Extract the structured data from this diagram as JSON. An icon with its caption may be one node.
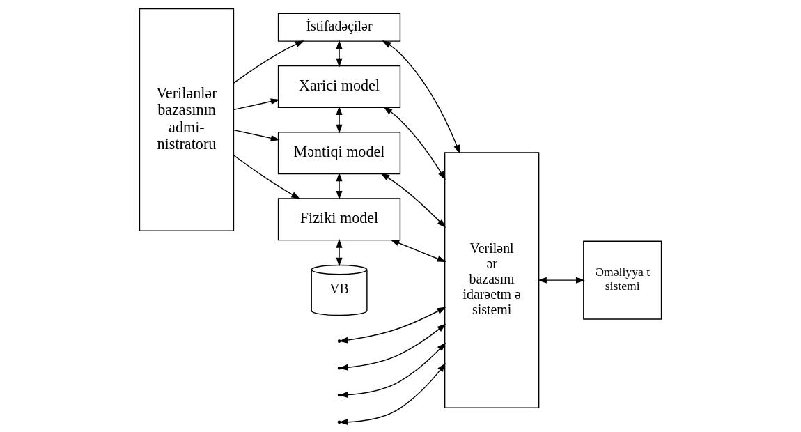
{
  "diagram": {
    "nodes": [
      {
        "text": [
          "Verilənlər bazasının admi- nistratoru"
        ]
      },
      {
        "text": [
          "İstifadəçilər"
        ]
      },
      {
        "text": [
          "Xarici model"
        ]
      },
      {
        "text": [
          "Məntiqi model"
        ]
      },
      {
        "text": [
          "Fiziki model"
        ]
      },
      {
        "text": [
          "VB"
        ]
      },
      {
        "text": [
          "Verilənl ər bazasını idarəetm ə sistemi"
        ]
      },
      {
        "text": [
          "Əməliyya t sistemi"
        ]
      }
    ],
    "edges": [
      {
        "from": 0,
        "to": 1,
        "arrow": "to"
      },
      {
        "from": 0,
        "to": 2,
        "arrow": "to"
      },
      {
        "from": 0,
        "to": 3,
        "arrow": "to"
      },
      {
        "from": 0,
        "to": 4,
        "arrow": "to"
      },
      {
        "from": 1,
        "to": 6,
        "arrow": "both"
      },
      {
        "from": 1,
        "to": 2,
        "arrow": "both"
      },
      {
        "from": null,
        "to": 6,
        "arrow": "both"
      },
      {
        "from": 2,
        "to": 6,
        "arrow": "both"
      },
      {
        "from": 2,
        "to": 3,
        "arrow": "both"
      },
      {
        "from": null,
        "to": 6,
        "arrow": "both"
      },
      {
        "from": 3,
        "to": 6,
        "arrow": "both"
      },
      {
        "from": 3,
        "to": 4,
        "arrow": "both"
      },
      {
        "from": null,
        "to": 6,
        "arrow": "both"
      },
      {
        "from": 4,
        "to": 6,
        "arrow": "both"
      },
      {
        "from": 4,
        "to": 5,
        "arrow": "both"
      },
      {
        "from": null,
        "to": 6,
        "arrow": "both"
      },
      {
        "from": 6,
        "to": 7,
        "arrow": "both"
      }
    ]
  }
}
